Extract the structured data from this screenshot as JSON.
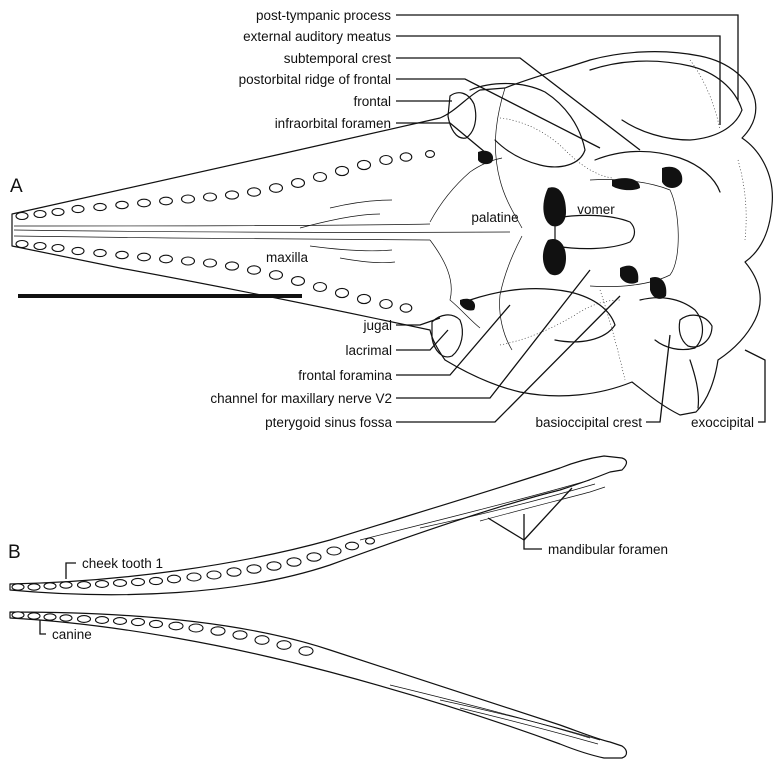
{
  "panel_a": {
    "letter": "A",
    "labels": {
      "post_tympanic_process": "post-tympanic process",
      "external_auditory_meatus": "external auditory meatus",
      "subtemporal_crest": "subtemporal crest",
      "postorbital_ridge": "postorbital ridge of frontal",
      "frontal": "frontal",
      "infraorbital_foramen": "infraorbital foramen",
      "palatine": "palatine",
      "vomer": "vomer",
      "maxilla": "maxilla",
      "jugal": "jugal",
      "lacrimal": "lacrimal",
      "frontal_foramina": "frontal foramina",
      "channel_maxillary_nerve": "channel for maxillary nerve V2",
      "pterygoid_sinus_fossa": "pterygoid sinus fossa",
      "basioccipital_crest": "basioccipital crest",
      "exoccipital": "exoccipital"
    }
  },
  "panel_b": {
    "letter": "B",
    "labels": {
      "cheek_tooth_1": "cheek tooth 1",
      "canine": "canine",
      "mandibular_foramen": "mandibular foramen"
    }
  }
}
